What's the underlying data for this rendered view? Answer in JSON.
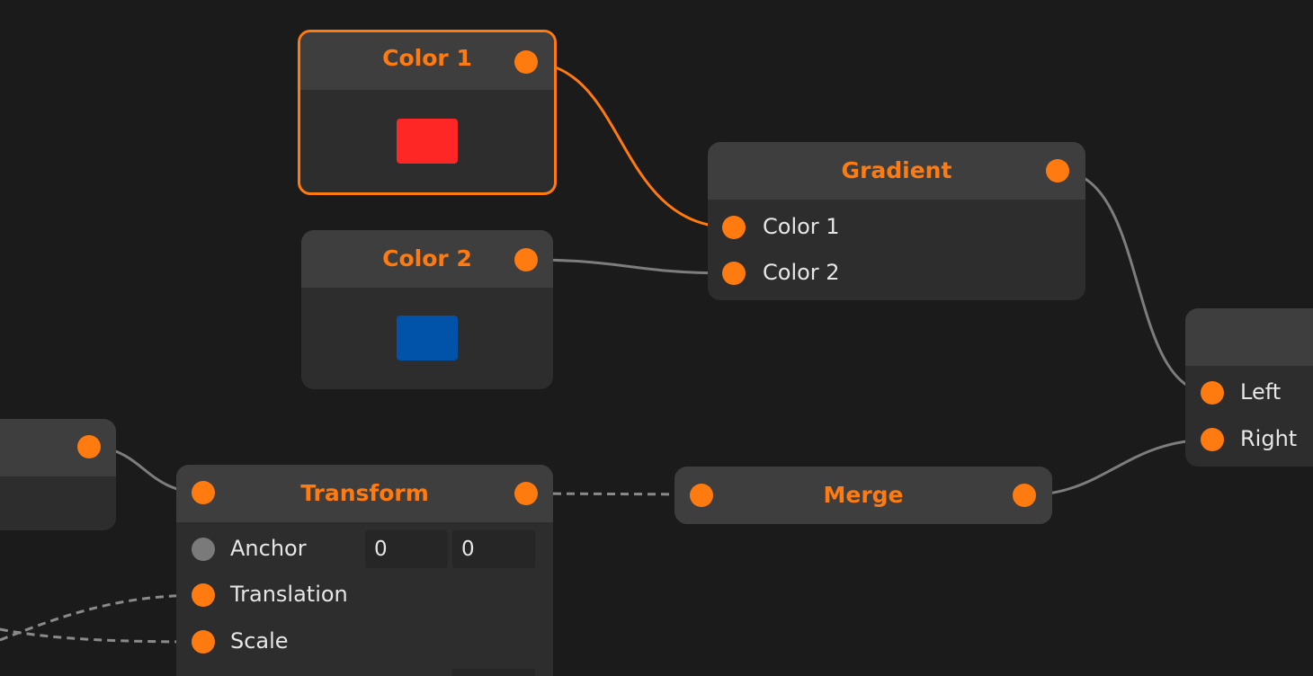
{
  "colors": {
    "background": "#1b1b1b",
    "node_body": "#2d2d2d",
    "node_header": "#3e3e3e",
    "accent": "#ff7a0f",
    "wire": "#7d7d7d",
    "port_inactive": "#7a7a7a"
  },
  "nodes": {
    "color1": {
      "title": "Color 1",
      "swatch": "#ff2626",
      "selected": true
    },
    "color2": {
      "title": "Color 2",
      "swatch": "#0053a8"
    },
    "gradient": {
      "title": "Gradient",
      "inputs": [
        "Color 1",
        "Color 2"
      ]
    },
    "transform": {
      "title": "Transform",
      "anchor": {
        "label": "Anchor",
        "x": "0",
        "y": "0"
      },
      "inputs": [
        "Translation",
        "Scale"
      ]
    },
    "merge": {
      "title": "Merge"
    },
    "combiner": {
      "inputs": [
        "Left",
        "Right"
      ]
    }
  },
  "connections": [
    {
      "from": "color1.out",
      "to": "gradient.color1",
      "style": "solid",
      "highlighted": true
    },
    {
      "from": "color2.out",
      "to": "gradient.color2",
      "style": "solid"
    },
    {
      "from": "gradient.out",
      "to": "combiner.left",
      "style": "solid"
    },
    {
      "from": "merge.out",
      "to": "combiner.right",
      "style": "solid"
    },
    {
      "from": "offscreen.out",
      "to": "transform.in",
      "style": "solid"
    },
    {
      "from": "transform.out",
      "to": "merge.in",
      "style": "dashed"
    },
    {
      "from": "offscreen",
      "to": "transform.translation",
      "style": "dashed"
    },
    {
      "from": "offscreen",
      "to": "transform.scale",
      "style": "dashed"
    }
  ]
}
